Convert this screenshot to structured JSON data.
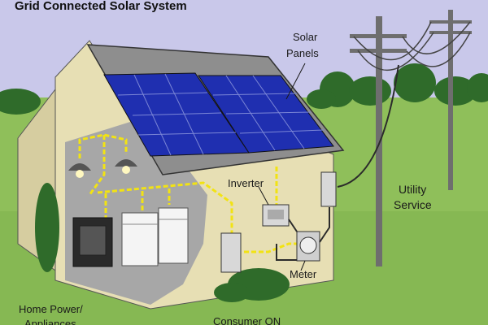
{
  "title": "Grid Connected  Solar  System",
  "labels": {
    "solar_panels_line1": "Solar",
    "solar_panels_line2": "Panels",
    "inverter": "Inverter",
    "utility_line1": "Utility",
    "utility_line2": "Service",
    "meter": "Meter",
    "home_power_line1": "Home Power/",
    "home_power_line2": "Appliances",
    "consumer": "Consumer   ON"
  },
  "colors": {
    "sky": "#c9c8ea",
    "grass": "#8fbf5a",
    "wall": "#e7dfb4",
    "roof": "#8e8e8e",
    "solar_panel": "#1f2fb0",
    "wire": "#f2e313",
    "tree": "#2f6b2a"
  }
}
